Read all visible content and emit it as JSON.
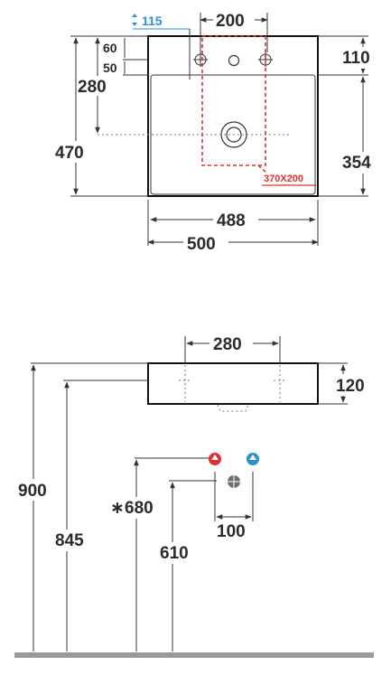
{
  "top_view": {
    "tap_hole_height": "115",
    "tap_spacing": "200",
    "from_back_60": "60",
    "from_back_50": "50",
    "to_drain_280": "280",
    "depth_470": "470",
    "rear_110": "110",
    "bowl_depth_354": "354",
    "inner_width_488": "488",
    "overall_width_500": "500",
    "zone_label": "370X200"
  },
  "front_view": {
    "tap_hole_spacing_280": "280",
    "basin_height_120": "120",
    "height_900": "900",
    "height_845": "845",
    "supply_height_680": "680",
    "supply_star": "∗",
    "drain_height_610": "610",
    "supply_spacing_100": "100"
  },
  "colors": {
    "line": "#333333",
    "hot": "#e0302f",
    "cold": "#2f8fd1",
    "floor": "#9a9a9a"
  },
  "icons": [
    "hot-water-icon",
    "cold-water-icon",
    "drain-pipe-icon",
    "tap-hole-icon",
    "overflow-icon"
  ]
}
